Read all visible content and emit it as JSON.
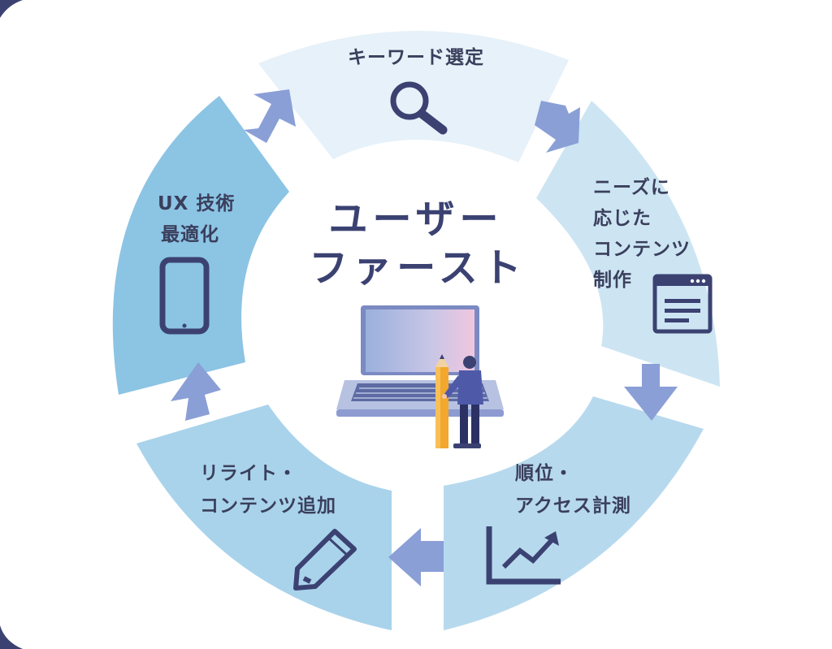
{
  "center": {
    "line1": "ユーザー",
    "line2": "ファースト"
  },
  "steps": [
    {
      "id": "keyword",
      "lines": [
        "キーワード選定"
      ],
      "icon": "search-icon"
    },
    {
      "id": "content",
      "lines": [
        "ニーズに",
        "応じた",
        "コンテンツ",
        "制作"
      ],
      "icon": "web-page-icon"
    },
    {
      "id": "ranking",
      "lines": [
        "順位・",
        "アクセス計測"
      ],
      "icon": "line-chart-icon"
    },
    {
      "id": "rewrite",
      "lines": [
        "リライト・",
        "コンテンツ追加"
      ],
      "icon": "pencil-icon"
    },
    {
      "id": "ux",
      "lines": [
        "UX 技術",
        "最適化"
      ],
      "icon": "smartphone-icon"
    }
  ],
  "colors": {
    "segment_keyword": "#e6f1f9",
    "segment_content": "#cde5f3",
    "segment_ranking": "#b7d9ee",
    "segment_rewrite": "#a9d3eb",
    "segment_ux": "#8cc4e4",
    "arrow": "#8a9fd6",
    "icon": "#3b4272",
    "text": "#3a3f5c"
  }
}
